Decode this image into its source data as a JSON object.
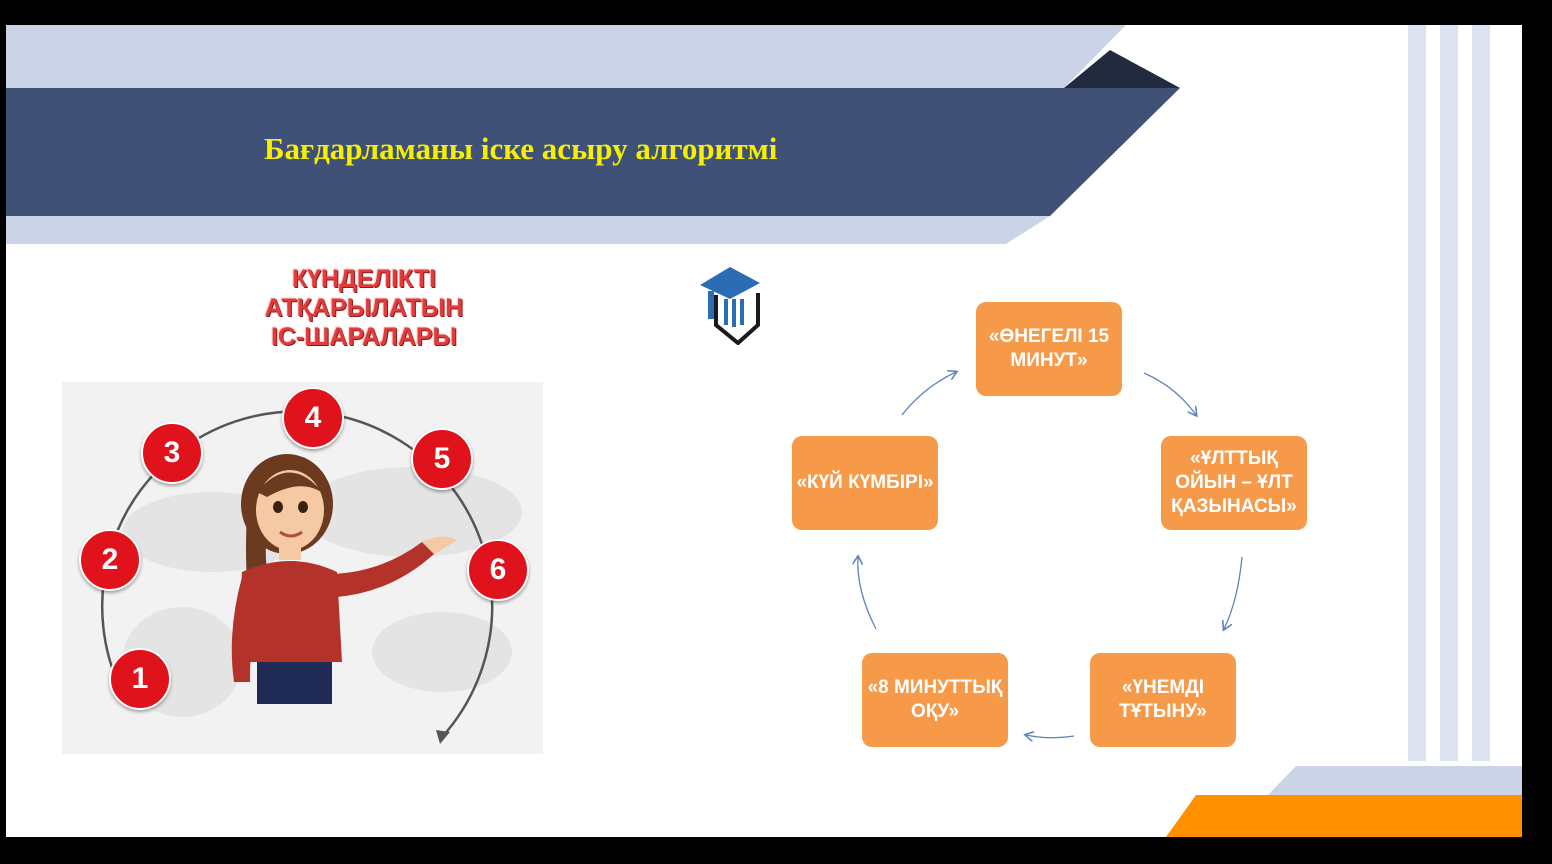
{
  "slide": {
    "title": "Бағдарламаны іске асыру алгоритмі",
    "left_heading": {
      "lines": [
        "КҮНДЕЛІКТІ",
        "АТҚАРЫЛАТЫН",
        "ІС-ШАРАЛАРЫ"
      ]
    },
    "illustration": {
      "numbers": [
        "1",
        "2",
        "3",
        "4",
        "5",
        "6"
      ]
    },
    "cycle": [
      "«ӨНЕГЕЛІ 15 МИНУТ»",
      "«ҰЛТТЫҚ ОЙЫН – ҰЛТ ҚАЗЫНАСЫ»",
      "«ҮНЕМДІ ТҰТЫНУ»",
      "«8 МИНУТТЫҚ ОҚУ»",
      "«КҮЙ КҮМБІРІ»"
    ]
  },
  "colors": {
    "header_band": "#3f5177",
    "light_band": "#cbd3e6",
    "dark_triangle": "#222a3d",
    "title_text": "#f6f000",
    "box_fill": "#f69a4a",
    "number_circle": "#e0121b",
    "orange_accent": "#ff9000"
  },
  "icons": [
    "graduation-cap-pencil-logo",
    "teacher-illustration",
    "circular-arrow-icon"
  ]
}
